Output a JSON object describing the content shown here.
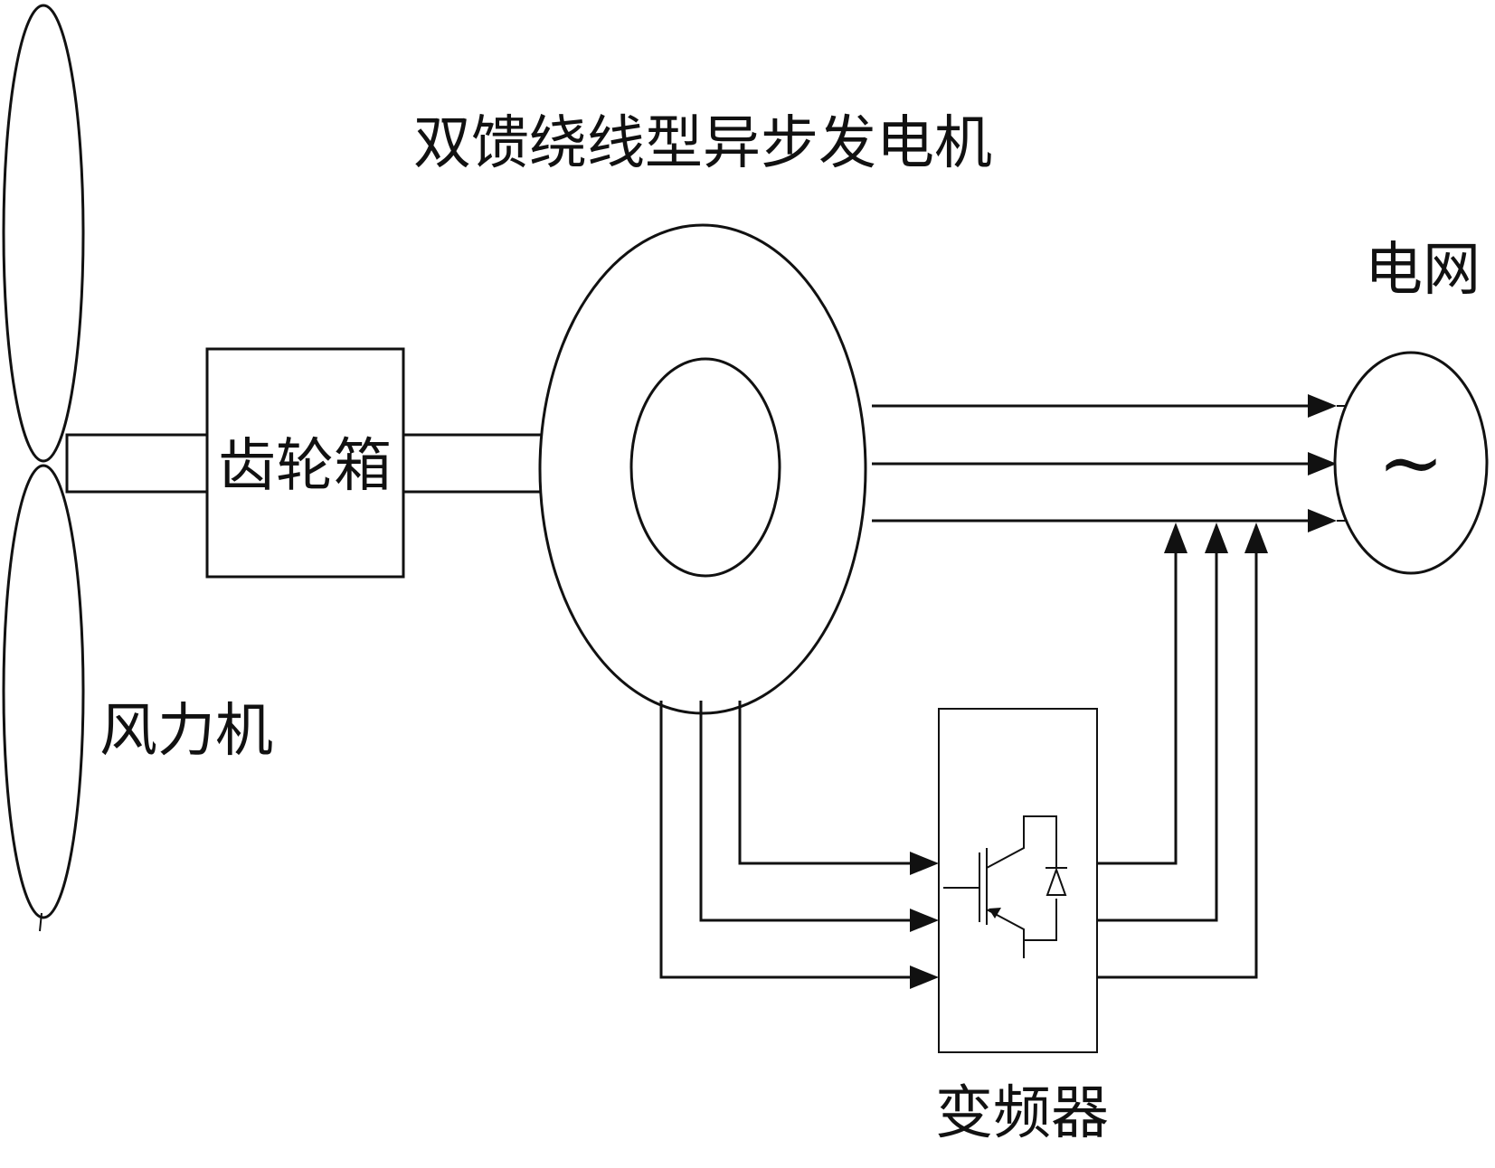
{
  "labels": {
    "generator_title": "双馈绕线型异步发电机",
    "grid": "电网",
    "gearbox": "齿轮箱",
    "wind_turbine": "风力机",
    "converter": "变频器",
    "ac_symbol": "~"
  }
}
